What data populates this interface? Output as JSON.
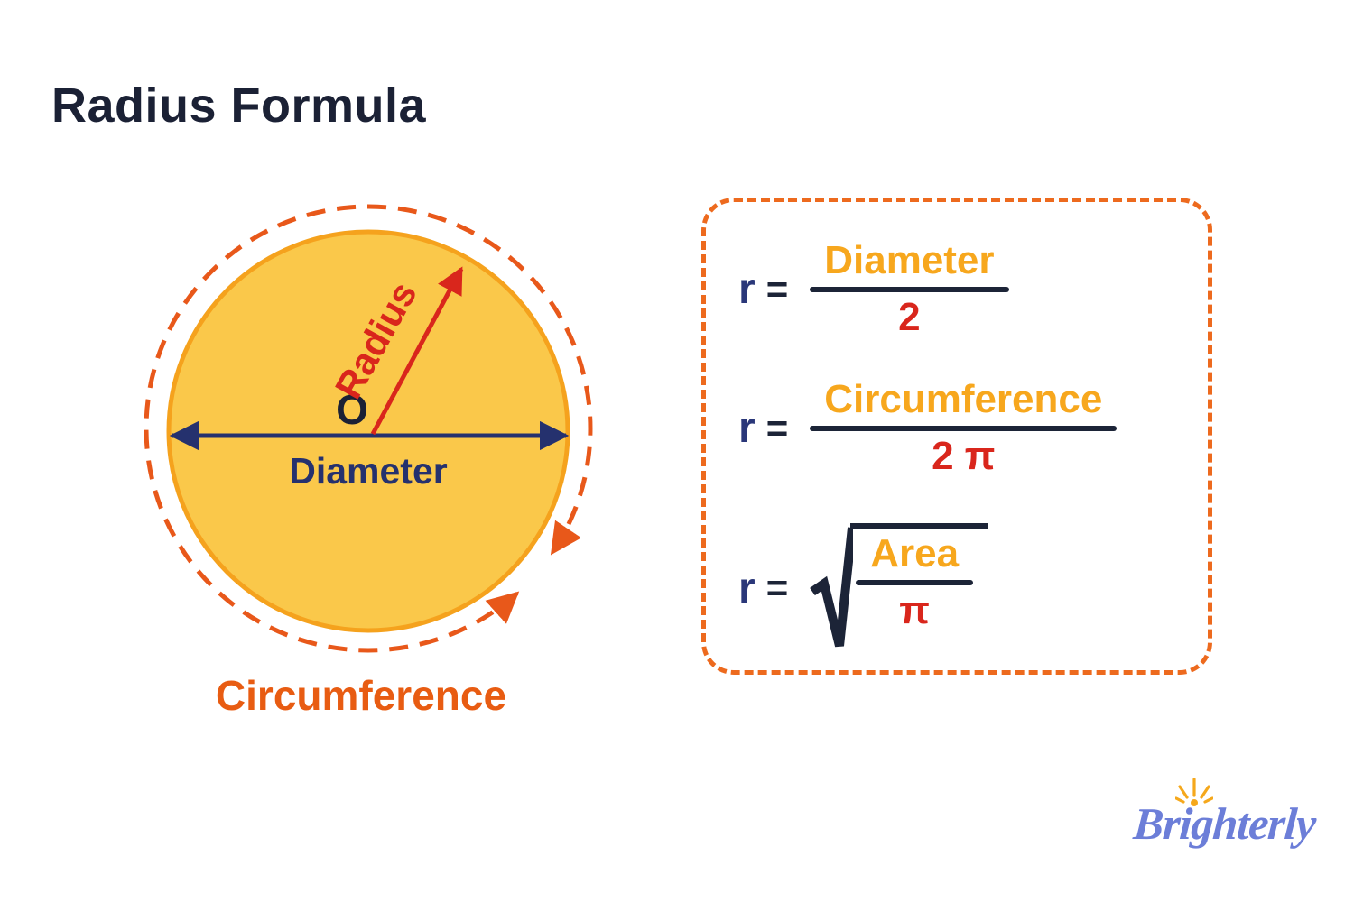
{
  "title": "Radius Formula",
  "diagram": {
    "center_label": "O",
    "radius_label": "Radius",
    "diameter_label": "Diameter",
    "circumference_label": "Circumference"
  },
  "formulas": {
    "variable": "r",
    "equals_sign": "=",
    "rows": [
      {
        "numerator": "Diameter",
        "denominator": "2",
        "has_sqrt": false
      },
      {
        "numerator": "Circumference",
        "denominator": "2 π",
        "has_sqrt": false
      },
      {
        "numerator": "Area",
        "denominator": "π",
        "has_sqrt": true
      }
    ]
  },
  "logo": {
    "text": "Brighterly"
  },
  "colors": {
    "title_text": "#1B2135",
    "navy_blue": "#2A3779",
    "dark_navy": "#1C2437",
    "diagram_navy": "#25316E",
    "formula_orange": "#F7A71D",
    "red": "#D9261C",
    "dashed_circle_orange": "#E8581A",
    "circumference_text_orange": "#E85C12",
    "box_border_orange": "#ED6A1E",
    "circle_fill_yellow": "#FAC84A",
    "circle_stroke_orange": "#F5A21D",
    "logo_blue": "#6C7ED8",
    "logo_sun_orange": "#F5A81C"
  }
}
